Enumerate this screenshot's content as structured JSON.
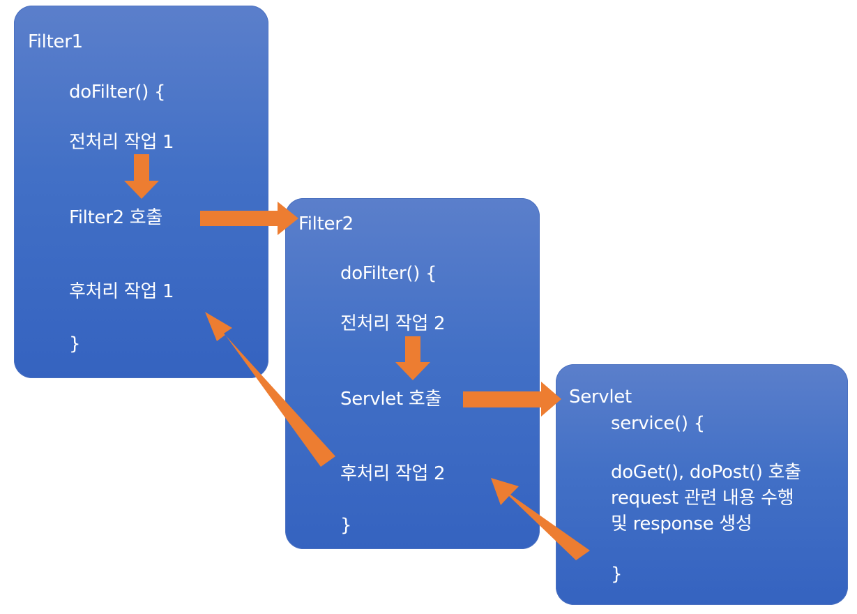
{
  "colors": {
    "box_fill": "#4472c4",
    "arrow": "#ed7d31",
    "text": "#ffffff"
  },
  "filter1": {
    "title": "Filter1",
    "method_open": "doFilter() {",
    "pre_process": "전처리 작업 1",
    "call_next": "Filter2 호출",
    "post_process": "후처리 작업 1",
    "method_close": "}"
  },
  "filter2": {
    "title": "Filter2",
    "method_open": "doFilter() {",
    "pre_process": "전처리 작업 2",
    "call_next": "Servlet 호출",
    "post_process": "후처리 작업 2",
    "method_close": "}"
  },
  "servlet": {
    "title": "Servlet",
    "method_open": "service() {",
    "line1": "doGet(), doPost() 호출",
    "line2": "request 관련 내용 수행",
    "line3": "및 response 생성",
    "method_close": "}"
  }
}
